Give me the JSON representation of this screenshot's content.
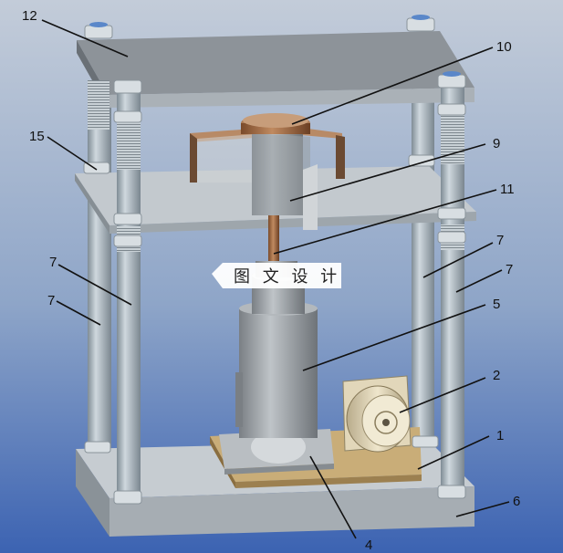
{
  "diagram": {
    "background": {
      "top": "#bcc8d8",
      "bottom": "#3d66b4"
    },
    "watermark": "图 文 设 计",
    "parts": [
      {
        "id": "part-12",
        "label": "12"
      },
      {
        "id": "part-10",
        "label": "10"
      },
      {
        "id": "part-15",
        "label": "15"
      },
      {
        "id": "part-9",
        "label": "9"
      },
      {
        "id": "part-11",
        "label": "11"
      },
      {
        "id": "part-7a",
        "label": "7"
      },
      {
        "id": "part-7b",
        "label": "7"
      },
      {
        "id": "part-7c",
        "label": "7"
      },
      {
        "id": "part-7d",
        "label": "7"
      },
      {
        "id": "part-5",
        "label": "5"
      },
      {
        "id": "part-2",
        "label": "2"
      },
      {
        "id": "part-1",
        "label": "1"
      },
      {
        "id": "part-6",
        "label": "6"
      },
      {
        "id": "part-4",
        "label": "4"
      }
    ]
  }
}
